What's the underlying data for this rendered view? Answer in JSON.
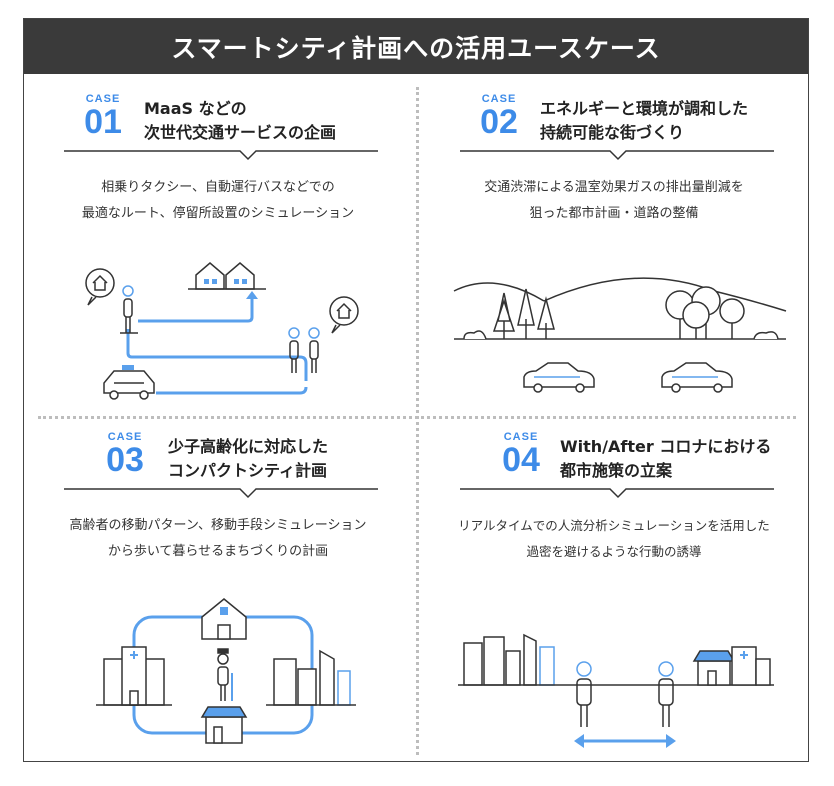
{
  "header": {
    "title": "スマートシティ計画への活用ユースケース"
  },
  "cases": [
    {
      "label": "CASE",
      "number": "01",
      "title_line1": "MaaS などの",
      "title_line2": "次世代交通サービスの企画",
      "desc_line1": "相乗りタクシー、自動運行バスなどでの",
      "desc_line2": "最適なルート、停留所設置のシミュレーション"
    },
    {
      "label": "CASE",
      "number": "02",
      "title_line1": "エネルギーと環境が調和した",
      "title_line2": "持続可能な街づくり",
      "desc_line1": "交通渋滞による温室効果ガスの排出量削減を",
      "desc_line2": "狙った都市計画・道路の整備"
    },
    {
      "label": "CASE",
      "number": "03",
      "title_line1": "少子高齢化に対応した",
      "title_line2": "コンパクトシティ計画",
      "desc_line1": "高齢者の移動パターン、移動手段シミュレーション",
      "desc_line2": "から歩いて暮らせるまちづくりの計画"
    },
    {
      "label": "CASE",
      "number": "04",
      "title_line1": "With/After コロナにおける",
      "title_line2": "都市施策の立案",
      "desc_line1": "リアルタイムでの人流分析シミュレーションを活用した",
      "desc_line2": "過密を避けるような行動の誘導"
    }
  ],
  "colors": {
    "accent": "#3d8be8",
    "header_bg": "#3a3a3a",
    "line": "#333333"
  },
  "icons": [
    "house-icon",
    "person-icon",
    "taxi-icon",
    "tree-icon",
    "car-icon",
    "hospital-icon",
    "shop-icon",
    "building-icon",
    "arrow-icon"
  ]
}
